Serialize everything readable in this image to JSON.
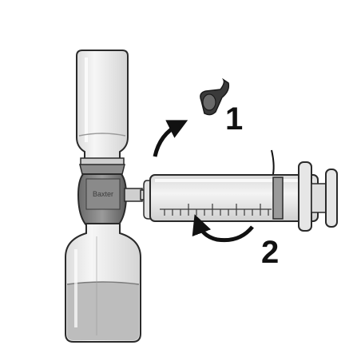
{
  "illustration": {
    "step_1_label": "1",
    "step_2_label": "2",
    "connector_brand": "Baxter",
    "colors": {
      "outline": "#2a2a2a",
      "glass": "#ececec",
      "liquid": "#bdbdbd",
      "connector": "#7a7a7a",
      "cap": "#3a3a3a"
    },
    "icons": [
      "vial-upside-down",
      "connector-device",
      "diluent-bottle",
      "syringe",
      "cap-removed",
      "rotate-arrow-up",
      "rotate-arrow-back"
    ]
  }
}
